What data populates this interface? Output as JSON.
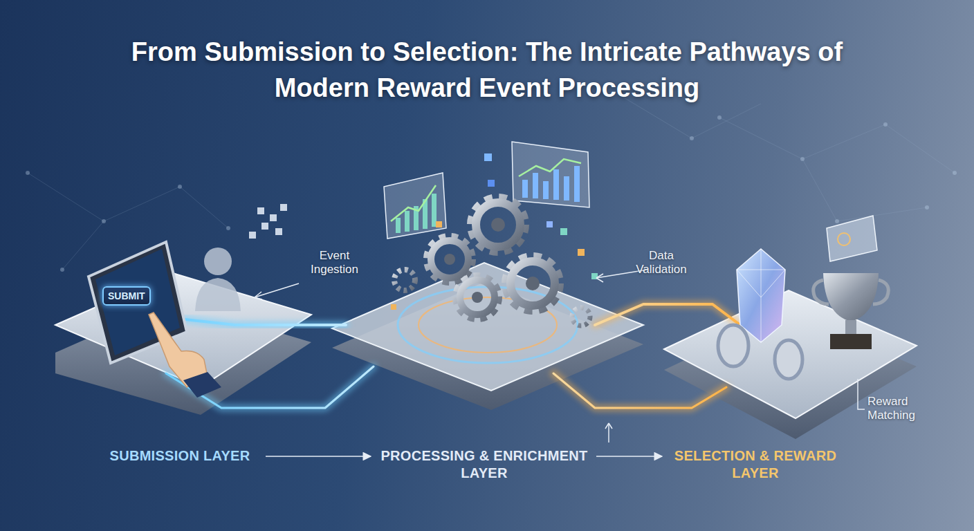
{
  "diagram": {
    "title": "From Submission to Selection: The Intricate Pathways of Modern Reward Event Processing",
    "nodes": [
      {
        "text": [
          "SUBMIT"
        ]
      },
      {
        "text": [
          "SUBMISSION LAYER"
        ]
      },
      {
        "text": [
          "PROCESSING & ENRICHMENT LAYER"
        ]
      },
      {
        "text": [
          "SELECTION & REWARD LAYER"
        ]
      }
    ],
    "edges": [
      {
        "from": 1,
        "to": 2,
        "arrow": "to"
      },
      {
        "from": 2,
        "to": 3,
        "arrow": "to"
      }
    ],
    "labels": [
      "Event Ingestion",
      "Data Validation",
      "Reward Matching"
    ]
  }
}
